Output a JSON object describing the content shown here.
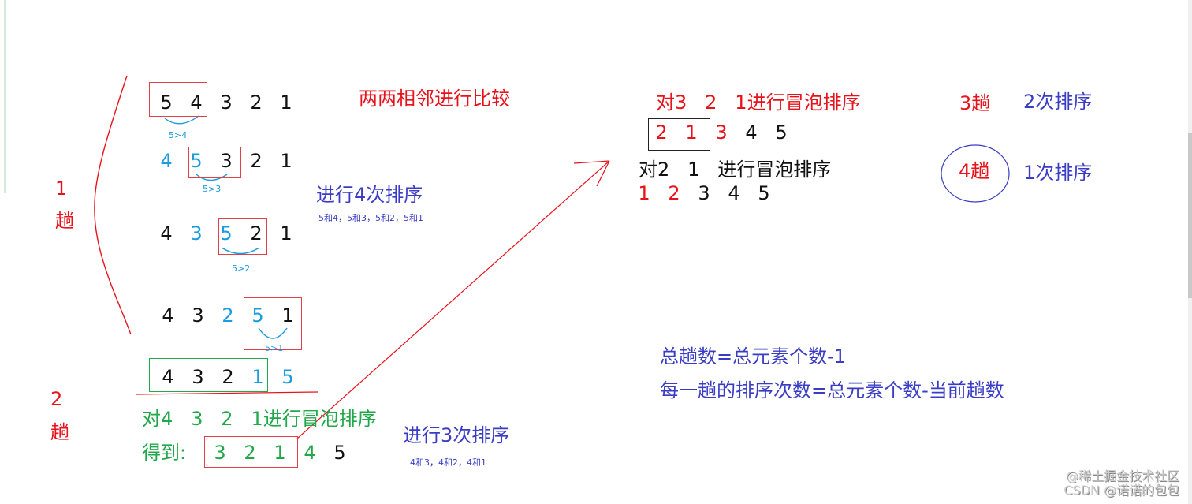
{
  "colors": {
    "red": "#e8121b",
    "blue": "#3a3dc4",
    "cyan": "#1a9ce0",
    "green": "#21a84a",
    "black": "#111111"
  },
  "pass1": {
    "label_num": "1",
    "label_char": "趟",
    "rows": [
      {
        "digits": [
          "5",
          "4",
          "3",
          "2",
          "1"
        ],
        "colors": [
          "black",
          "black",
          "black",
          "black",
          "black"
        ],
        "compare": "5>4"
      },
      {
        "digits": [
          "4",
          "5",
          "3",
          "2",
          "1"
        ],
        "colors": [
          "cyan",
          "cyan",
          "black",
          "black",
          "black"
        ],
        "compare": "5>3"
      },
      {
        "digits": [
          "4",
          "3",
          "5",
          "2",
          "1"
        ],
        "colors": [
          "black",
          "cyan",
          "cyan",
          "black",
          "black"
        ],
        "compare": "5>2"
      },
      {
        "digits": [
          "4",
          "3",
          "2",
          "5",
          "1"
        ],
        "colors": [
          "black",
          "black",
          "cyan",
          "cyan",
          "black"
        ],
        "compare": "5>1"
      },
      {
        "digits": [
          "4",
          "3",
          "2",
          "1",
          "5"
        ],
        "colors": [
          "black",
          "black",
          "black",
          "cyan",
          "cyan"
        ]
      }
    ],
    "heading": "两两相邻进行比较",
    "sort_count": "进行4次排序",
    "pairs": "5和4，5和3，5和2，5和1"
  },
  "pass2": {
    "label_num": "2",
    "label_char": "趟",
    "instruction": "对4   3   2   1进行冒泡排序",
    "result_label": "得到:",
    "result_digits": [
      "3",
      "2",
      "1",
      "4",
      "5"
    ],
    "sort_count": "进行3次排序",
    "pairs": "4和3，4和2，4和1"
  },
  "pass3": {
    "instruction": "对3   2   1进行冒泡排序",
    "result_digits": [
      "2",
      "1",
      "3",
      "4",
      "5"
    ],
    "label": "3趟",
    "sort_count": "2次排序"
  },
  "pass4": {
    "instruction": "对2   1   进行冒泡排序",
    "result_digits": [
      "1",
      "2",
      "3",
      "4",
      "5"
    ],
    "label": "4趟",
    "sort_count": "1次排序"
  },
  "formulas": {
    "total_passes": "总趟数=总元素个数-1",
    "per_pass": "每一趟的排序次数=总元素个数-当前趟数"
  },
  "watermark": {
    "line1": "@稀土掘金技术社区",
    "line2": "CSDN @诺诺的包包"
  }
}
